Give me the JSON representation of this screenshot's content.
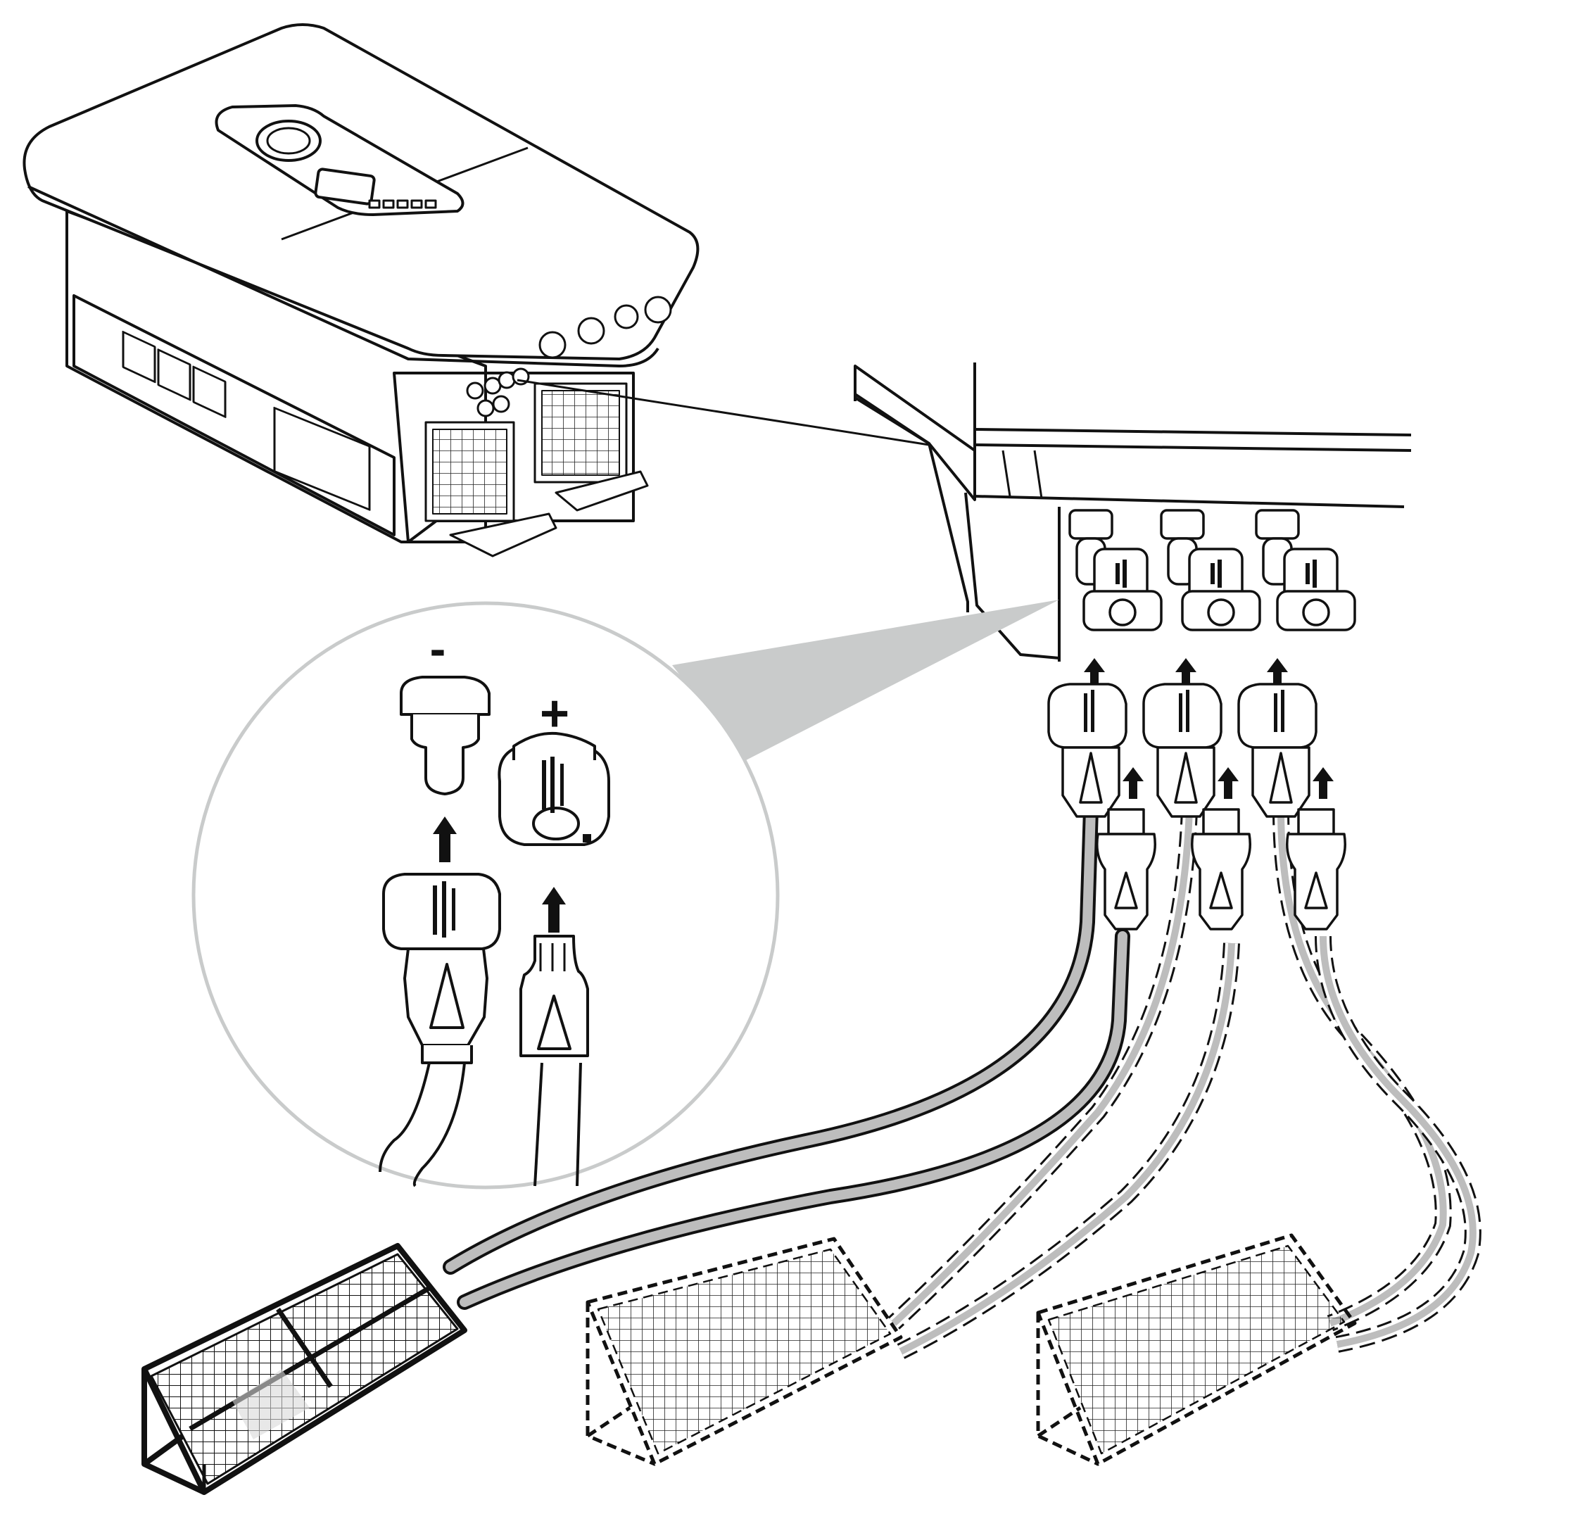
{
  "diagram": {
    "labels": {
      "negative_symbol": "-",
      "positive_symbol": "+"
    },
    "colors": {
      "line": "#111111",
      "cable_gray": "#bdbdbd",
      "callout_gray": "#c9cbcb",
      "panel_shade": "#d9d9d9",
      "background": "#ffffff"
    },
    "elements": {
      "inverter": "inverter-housing",
      "detail_view": "inverter-dc-terminal-detail",
      "magnifier": "connector-magnifier",
      "strings": [
        "pv-string-1",
        "pv-string-2",
        "pv-string-3"
      ]
    }
  }
}
